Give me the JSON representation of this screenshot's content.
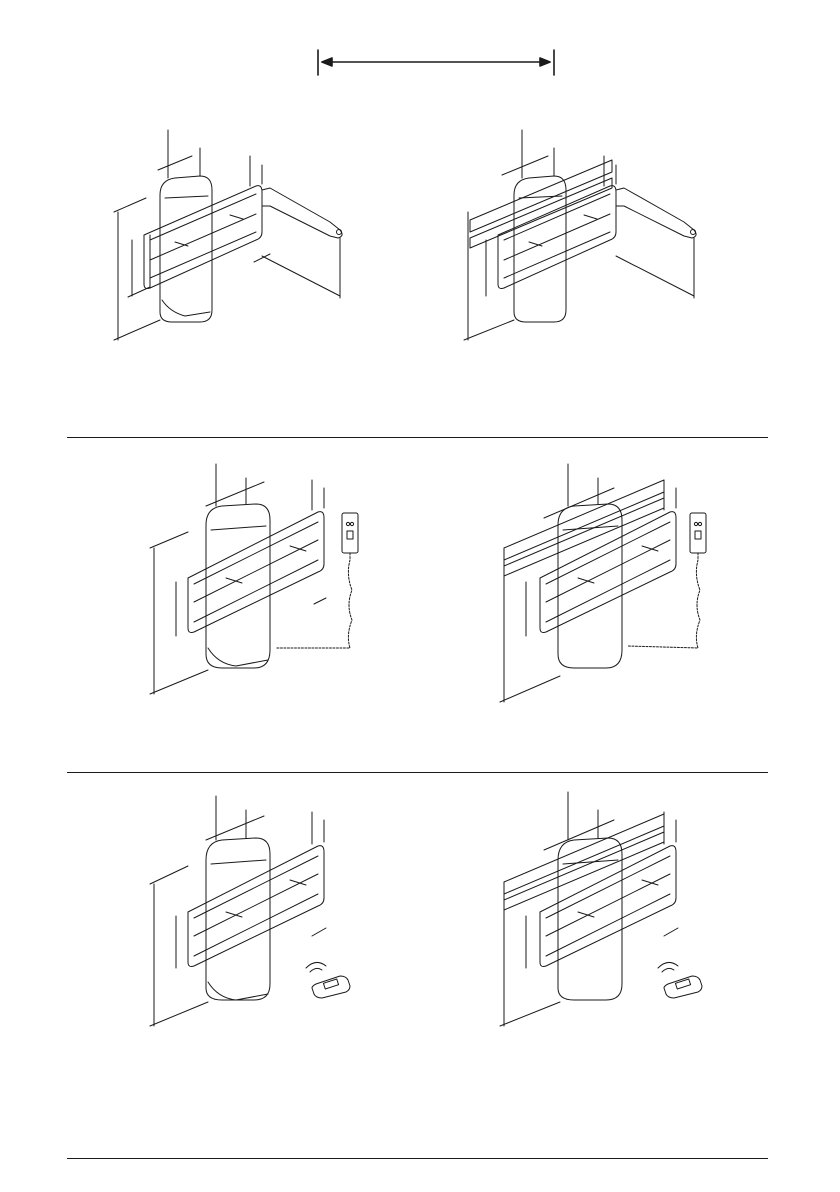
{
  "page": {
    "ink_color": "#1a1a1a",
    "paper_color": "#ffffff"
  },
  "top_dimension": {
    "icon": "double-arrow-dimension-icon"
  },
  "rows": [
    {
      "variants": [
        {
          "lift": "swing-arm-mounted-lift",
          "control": "swing-arm"
        },
        {
          "lift": "rail-mounted-lift",
          "control": "swing-arm"
        }
      ]
    },
    {
      "variants": [
        {
          "lift": "wall-mounted-lift",
          "control": "wired-hand-control"
        },
        {
          "lift": "rail-mounted-lift",
          "control": "wired-hand-control"
        }
      ]
    },
    {
      "variants": [
        {
          "lift": "wall-mounted-lift",
          "control": "wireless-remote"
        },
        {
          "lift": "rail-mounted-lift",
          "control": "wireless-remote"
        }
      ]
    }
  ]
}
